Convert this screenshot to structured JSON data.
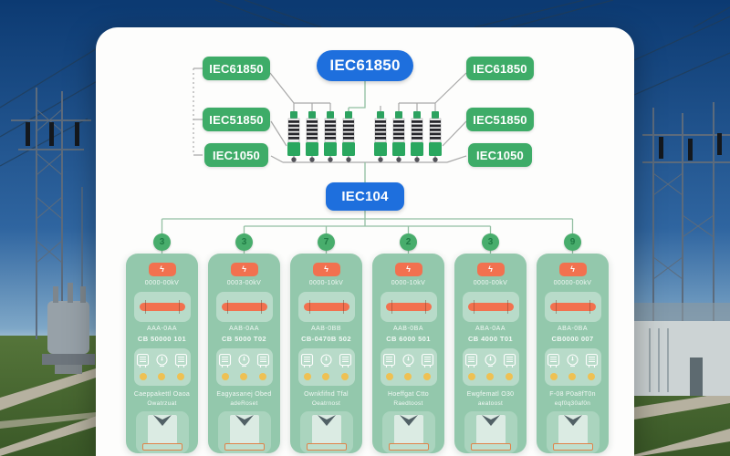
{
  "diagram": {
    "top_protocol": "IEC61850",
    "gateway_protocol": "IEC104",
    "left_labels": [
      "IEC61850",
      "IEC51850",
      "IEC1050"
    ],
    "right_labels": [
      "IEC61850",
      "IEC51850",
      "IEC1050"
    ]
  },
  "icons": {
    "chip_glyph": "ϟ"
  },
  "colors": {
    "protocol_blue": "#1e6fdd",
    "label_green": "#3eac68",
    "panel_green": "#93c8ac",
    "badge_green": "#48ad6c",
    "accent_orange": "#f2714f",
    "indicator_yellow": "#eec153",
    "connector_gray": "#a8a8a8",
    "tree_green": "#93bfa2"
  },
  "bays": [
    {
      "number": "3",
      "voltage": "0000-00kV",
      "feeder": "AAA-0AA",
      "breaker": "CB 50000 101",
      "caption1": "Caeppakettl Oaoa",
      "caption2": "Owatrzuat"
    },
    {
      "number": "3",
      "voltage": "0003-00kV",
      "feeder": "AAB-0AA",
      "breaker": "CB 5000 T02",
      "caption1": "Eagyasanej Obed",
      "caption2": "adeRoset"
    },
    {
      "number": "7",
      "voltage": "0000-10kV",
      "feeder": "AAB-0BB",
      "breaker": "CB-0470B 502",
      "caption1": "Ownkfifnd Tfal",
      "caption2": "Oeatrnost"
    },
    {
      "number": "2",
      "voltage": "0000-10kV",
      "feeder": "AAB-0BA",
      "breaker": "CB 6000 501",
      "caption1": "Hoeffgat Ctto",
      "caption2": "Raedtoost"
    },
    {
      "number": "3",
      "voltage": "0000-00kV",
      "feeder": "ABA-0AA",
      "breaker": "CB 4000 T01",
      "caption1": "Ewgfematl O30",
      "caption2": "aeatoost"
    },
    {
      "number": "9",
      "voltage": "00000-00kV",
      "feeder": "ABA-0BA",
      "breaker": "CB0000 007",
      "caption1": "F-08 P0a8fT0n",
      "caption2": "eqf0q30af0n"
    }
  ]
}
